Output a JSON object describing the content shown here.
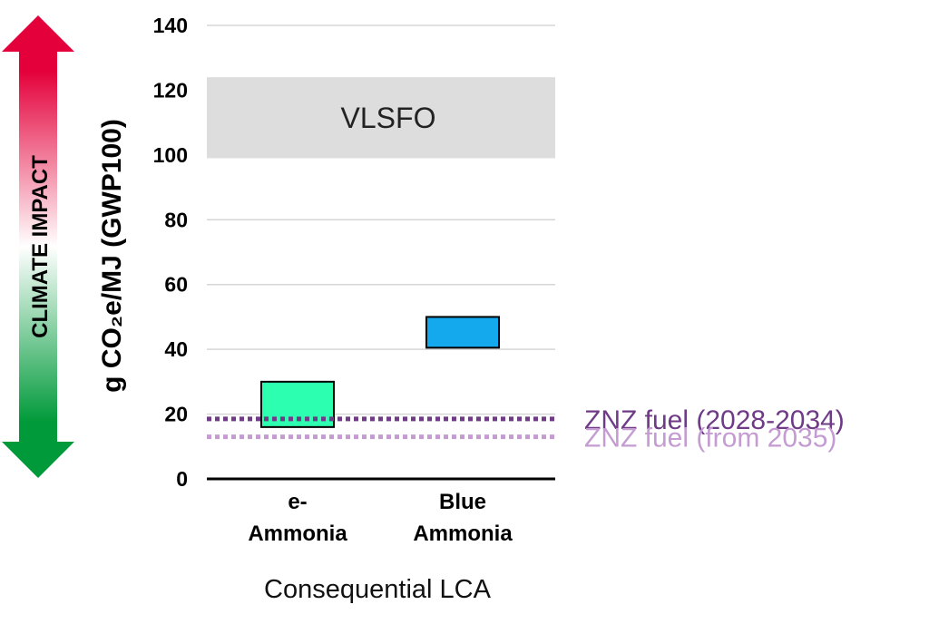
{
  "chart_data": {
    "type": "bar",
    "categories": [
      {
        "line1": "e-",
        "line2": "Ammonia"
      },
      {
        "line1": "Blue",
        "line2": "Ammonia"
      }
    ],
    "series": [
      {
        "ranges": [
          [
            16,
            30
          ],
          [
            40.5,
            50
          ]
        ],
        "colors": [
          "#2dffb0",
          "#14a9ec"
        ]
      }
    ],
    "ylim": [
      0,
      140
    ],
    "yticks": [
      0,
      20,
      40,
      60,
      80,
      100,
      120,
      140
    ],
    "ylabel": "g CO₂e/MJ (GWP100)",
    "xlabel": "Consequential LCA",
    "grid": true,
    "band": {
      "label": "VLSFO",
      "range": [
        99,
        124
      ],
      "color": "#dddddd"
    },
    "reference_lines": [
      {
        "label": "ZNZ fuel (2028-2034)",
        "value": 18.5,
        "color": "#6f3a86"
      },
      {
        "label": "ZNZ fuel (from 2035)",
        "value": 13,
        "color": "#c49cd2"
      }
    ],
    "side_arrow": {
      "label": "CLIMATE IMPACT",
      "top_color": "#e4003a",
      "bottom_color": "#009a3a"
    }
  }
}
